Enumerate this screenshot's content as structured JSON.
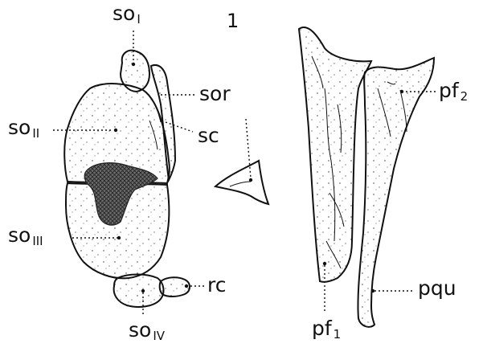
{
  "figure": {
    "number": "1",
    "ink_color": "#111111",
    "shading_color": "#4a4a4a"
  },
  "labels": {
    "so1": {
      "main": "so",
      "sub": "I"
    },
    "so2": {
      "main": "so",
      "sub": "II"
    },
    "so3": {
      "main": "so",
      "sub": "III"
    },
    "so4": {
      "main": "so",
      "sub": "IV"
    },
    "sor": {
      "main": "sor"
    },
    "sc": {
      "main": "sc"
    },
    "rc": {
      "main": "rc"
    },
    "pf1": {
      "main": "pf",
      "sub": "1"
    },
    "pf2": {
      "main": "pf",
      "sub": "2"
    },
    "pqu": {
      "main": "pqu"
    }
  }
}
